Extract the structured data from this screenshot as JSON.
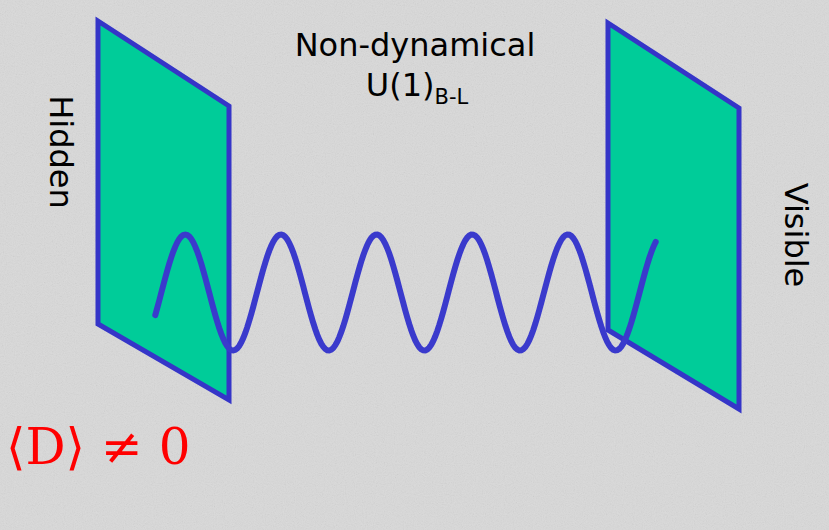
{
  "diagram": {
    "nodes": [
      {
        "text": [
          "Hidden"
        ]
      },
      {
        "text": [
          "Visible"
        ]
      }
    ],
    "edges": [
      {
        "from": 0,
        "to": 1,
        "arrow": "none"
      }
    ],
    "labels": [
      "Non-dynamical",
      "U(1)",
      "B-L",
      "⟨D⟩ ≠ 0"
    ]
  }
}
